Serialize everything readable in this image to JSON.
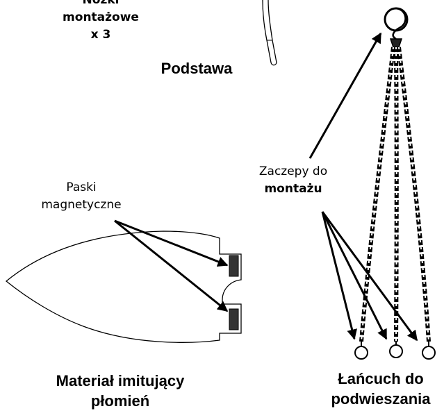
{
  "labels": {
    "mounting_feet": {
      "line1": "Nóżki",
      "line2": "montażowe",
      "line3": "x 3"
    },
    "base": "Podstawa",
    "mounting_hooks": {
      "line1": "Zaczepy do",
      "line2": "montażu"
    },
    "magnetic_strips": {
      "line1": "Paski",
      "line2": "magnetyczne"
    },
    "flame_material": {
      "line1": "Materiał imitujący",
      "line2": "płomień"
    },
    "hanging_chain": {
      "line1": "Łańcuch do",
      "line2": "podwieszania"
    }
  },
  "colors": {
    "ink": "#000000",
    "strip_fill": "#333333",
    "background": "#ffffff"
  }
}
